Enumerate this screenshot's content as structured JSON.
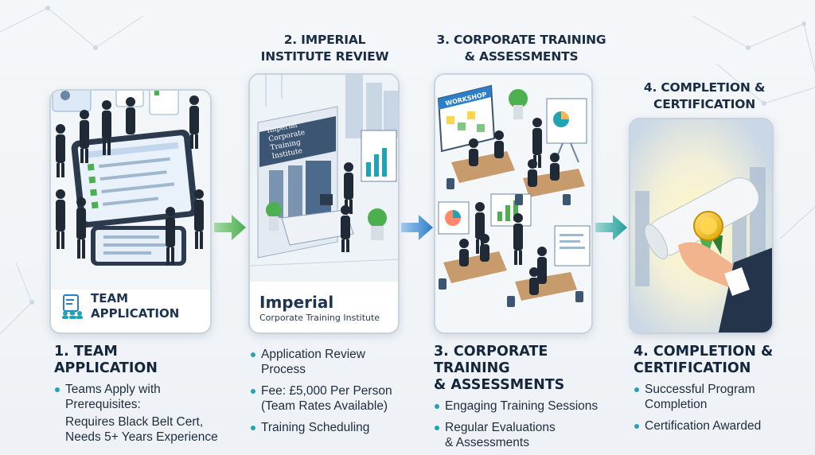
{
  "steps": [
    {
      "card_label": "TEAM\nAPPLICATION",
      "title": "1. TEAM APPLICATION",
      "bullets": [
        "Teams Apply with Prerequisites:"
      ],
      "sub_lines": [
        "Requires Black Belt Cert,",
        "Needs 5+ Years Experience"
      ]
    },
    {
      "heading": "2. IMPERIAL\nINSTITUTE REVIEW",
      "building_sign": "Imperial Corporate\nTraining Institute",
      "card_label_big": "Imperial",
      "card_label_small": "Corporate Training Institute",
      "bullets": [
        "Application Review Process",
        "Fee: £5,000 Per Person (Team Rates Available)",
        "Training Scheduling"
      ]
    },
    {
      "heading": "3. CORPORATE TRAINING\n& ASSESSMENTS",
      "workshop_sign": "WORKSHOP",
      "title": "3. CORPORATE TRAINING\n& ASSESSMENTS",
      "bullets": [
        "Engaging Training Sessions",
        "Regular Evaluations\n& Assessments"
      ]
    },
    {
      "heading": "4. COMPLETION &\nCERTIFICATION",
      "title": "4. COMPLETION &\nCERTIFICATION",
      "bullets": [
        "Successful Program Completion",
        "Certification Awarded"
      ]
    }
  ],
  "colors": {
    "green_arrow": "#4caf50",
    "blue_arrow": "#2b7fc9",
    "teal_arrow": "#23a19a",
    "bullet": "#21a3b4",
    "navy": "#1d3550"
  }
}
